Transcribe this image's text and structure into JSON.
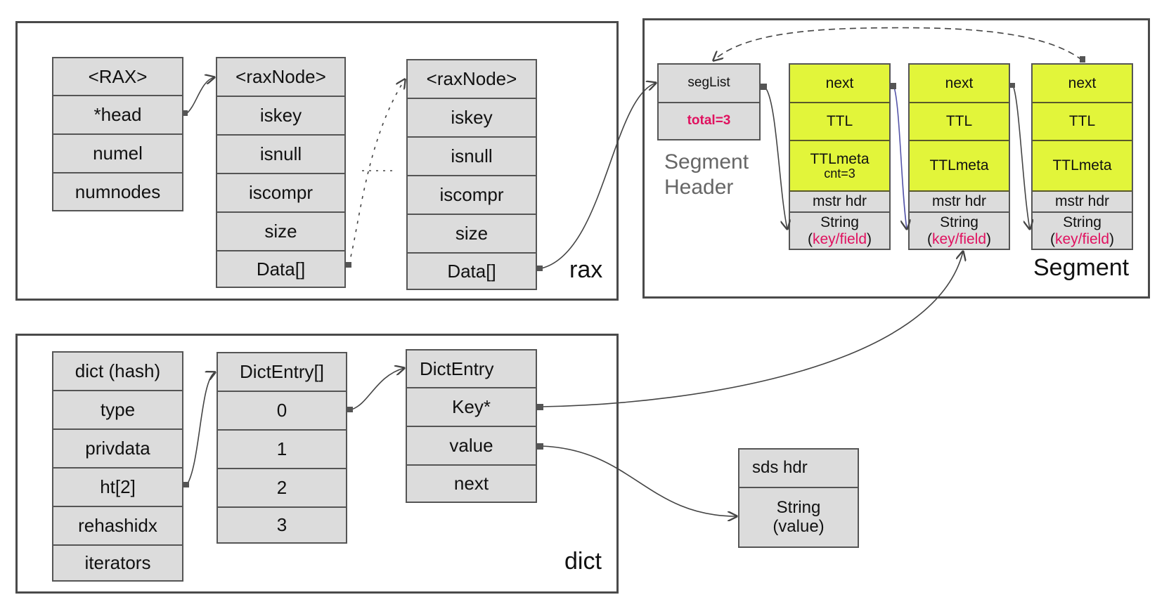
{
  "groups": {
    "rax": {
      "label": "rax"
    },
    "segment": {
      "label": "Segment"
    },
    "dict": {
      "label": "dict"
    }
  },
  "rax_struct": {
    "fields": [
      "<RAX>",
      "*head",
      "numel",
      "numnodes"
    ]
  },
  "rax_node_1": {
    "fields": [
      "<raxNode>",
      "iskey",
      "isnull",
      "iscompr",
      "size",
      "Data[]"
    ]
  },
  "rax_node_2": {
    "fields": [
      "<raxNode>",
      "iskey",
      "isnull",
      "iscompr",
      "size",
      "Data[]"
    ]
  },
  "segment_header": {
    "fields": [
      "segList",
      "total=3"
    ],
    "caption_line1": "Segment",
    "caption_line2": "Header"
  },
  "segments": [
    {
      "next": "next",
      "ttl": "TTL",
      "ttlmeta": "TTLmeta",
      "ttlmeta_sub": "cnt=3",
      "mstr_hdr": "mstr hdr",
      "string": "String",
      "key_open": "(",
      "key_field": "key/field",
      "key_close": ")"
    },
    {
      "next": "next",
      "ttl": "TTL",
      "ttlmeta": "TTLmeta",
      "ttlmeta_sub": "",
      "mstr_hdr": "mstr hdr",
      "string": "String",
      "key_open": "(",
      "key_field": "key/field",
      "key_close": ")"
    },
    {
      "next": "next",
      "ttl": "TTL",
      "ttlmeta": "TTLmeta",
      "ttlmeta_sub": "",
      "mstr_hdr": "mstr hdr",
      "string": "String",
      "key_open": "(",
      "key_field": "key/field",
      "key_close": ")"
    }
  ],
  "dict_struct": {
    "fields": [
      "dict (hash)",
      "type",
      "privdata",
      "ht[2]",
      "rehashidx",
      "iterators"
    ]
  },
  "dict_entry_array": {
    "fields": [
      "DictEntry[]",
      "0",
      "1",
      "2",
      "3"
    ]
  },
  "dict_entry": {
    "fields": [
      "DictEntry",
      "Key*",
      "value",
      "next"
    ]
  },
  "sds": {
    "fields": [
      "sds hdr",
      "String",
      "(value)"
    ]
  },
  "colors": {
    "segment_fill": "#e2f53a",
    "struct_fill": "#dcdcdc",
    "highlight_text": "#e0115f",
    "border": "#4a4a4a"
  }
}
